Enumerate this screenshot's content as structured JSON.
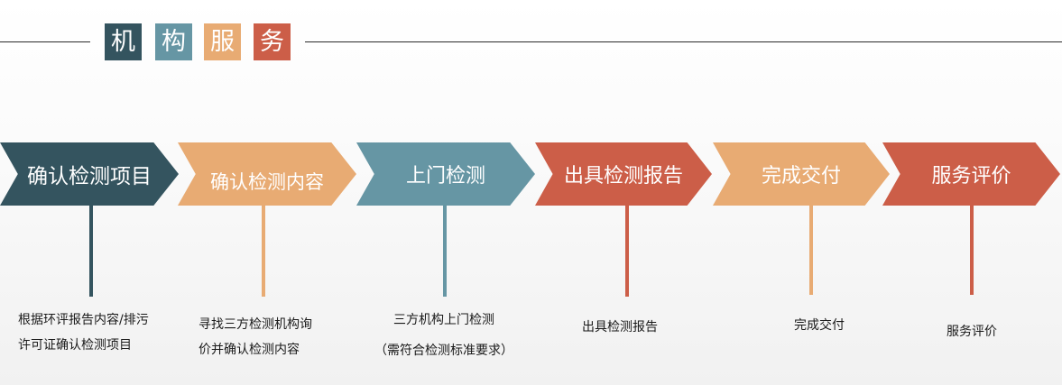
{
  "title": {
    "chars": [
      "机",
      "构",
      "服",
      "务"
    ],
    "colors": [
      "#34545f",
      "#6696a4",
      "#e8ab73",
      "#cc5e48"
    ]
  },
  "steps": [
    {
      "label": "确认检测项目",
      "color": "#34545f",
      "desc": [
        "根据环评报告内容/排污",
        "许可证确认检测项目"
      ]
    },
    {
      "label": "确认检测内容",
      "color": "#e8ab73",
      "desc": [
        "寻找三方检测机构询",
        "价并确认检测内容"
      ]
    },
    {
      "label": "上门检测",
      "color": "#6696a4",
      "desc": [
        "三方机构上门检测",
        "（需符合检测标准要求）"
      ]
    },
    {
      "label": "出具检测报告",
      "color": "#cc5e48",
      "desc": [
        "出具检测报告"
      ]
    },
    {
      "label": "完成交付",
      "color": "#e8ab73",
      "desc": [
        "完成交付"
      ]
    },
    {
      "label": "服务评价",
      "color": "#cc5e48",
      "desc": [
        "服务评价"
      ]
    }
  ]
}
